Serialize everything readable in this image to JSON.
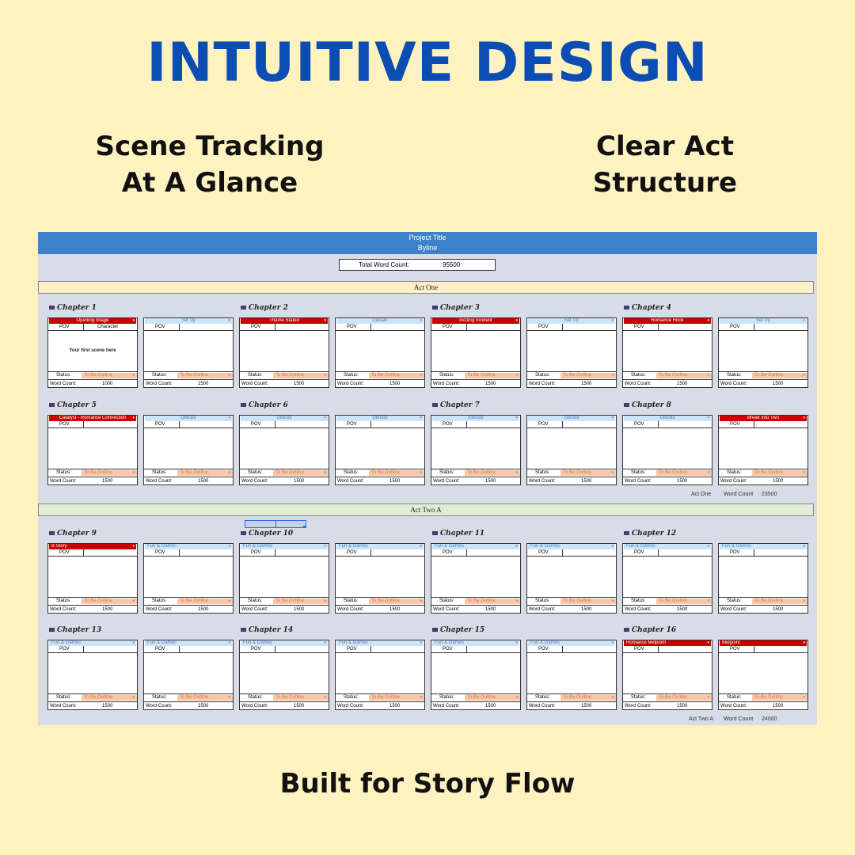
{
  "headline": "INTUITIVE DESIGN",
  "features": {
    "left_line1": "Scene Tracking",
    "left_line2": "At A Glance",
    "right_line1": "Clear Act",
    "right_line2": "Structure"
  },
  "footer": "Built for Story Flow",
  "sheet": {
    "project_title": "Project Title",
    "byline": "Byline",
    "total_word_count_label": "Total Word Count:",
    "total_word_count_value": "95500",
    "labels": {
      "pov": "POV",
      "status": "Status:",
      "word_count": "Word Count:"
    },
    "acts": [
      {
        "title": "Act One",
        "total_label": "Act One",
        "wc_label": "Word Count",
        "wc_value": "23500"
      },
      {
        "title": "Act Two A",
        "total_label": "Act Two A",
        "wc_label": "Word Count",
        "wc_value": "24000"
      }
    ],
    "chapters": [
      "Chapter 1",
      "Chapter 2",
      "Chapter 3",
      "Chapter 4",
      "Chapter 5",
      "Chapter 6",
      "Chapter 7",
      "Chapter 8",
      "Chapter 9",
      "Chapter 10",
      "Chapter 11",
      "Chapter 12",
      "Chapter 13",
      "Chapter 14",
      "Chapter 15",
      "Chapter 16"
    ],
    "scenes": [
      {
        "beat": "Opening Image",
        "color": "red",
        "character": "Character",
        "body": "Your first scene here",
        "status": "To Be Outline",
        "wc": "1000"
      },
      {
        "beat": "Set Up",
        "color": "blue",
        "character": "",
        "body": "",
        "status": "To Be Outline",
        "wc": "1500"
      },
      {
        "beat": "Theme Stated",
        "color": "red",
        "character": "",
        "body": "",
        "status": "To Be Outline",
        "wc": "1500"
      },
      {
        "beat": "Debate",
        "color": "blue",
        "character": "",
        "body": "",
        "status": "To Be Outline",
        "wc": "1500"
      },
      {
        "beat": "Inciting Incident",
        "color": "red",
        "character": "",
        "body": "",
        "status": "To Be Outline",
        "wc": "1500"
      },
      {
        "beat": "Set Up",
        "color": "blue",
        "character": "",
        "body": "",
        "status": "To Be Outline",
        "wc": "1500"
      },
      {
        "beat": "Romance Hook",
        "color": "red",
        "character": "",
        "body": "",
        "status": "To Be Outline",
        "wc": "1500"
      },
      {
        "beat": "Set Up",
        "color": "blue",
        "character": "",
        "body": "",
        "status": "To Be Outline",
        "wc": "1500"
      },
      {
        "beat": "Catalyst - Romance Connection",
        "color": "red",
        "character": "",
        "body": "",
        "status": "To Be Outline",
        "wc": "1500"
      },
      {
        "beat": "Debate",
        "color": "blue",
        "character": "",
        "body": "",
        "status": "To Be Outline",
        "wc": "1500"
      },
      {
        "beat": "Debate",
        "color": "blue",
        "character": "",
        "body": "",
        "status": "To Be Outline",
        "wc": "1500"
      },
      {
        "beat": "Debate",
        "color": "blue",
        "character": "",
        "body": "",
        "status": "To Be Outline",
        "wc": "1500"
      },
      {
        "beat": "Debate",
        "color": "blue",
        "character": "",
        "body": "",
        "status": "To Be Outline",
        "wc": "1500"
      },
      {
        "beat": "Debate",
        "color": "blue",
        "character": "",
        "body": "",
        "status": "To Be Outline",
        "wc": "1500"
      },
      {
        "beat": "Debate",
        "color": "blue",
        "character": "",
        "body": "",
        "status": "To Be Outline",
        "wc": "1500"
      },
      {
        "beat": "Break Into Two",
        "color": "red",
        "character": "",
        "body": "",
        "status": "To Be Outline",
        "wc": "1500"
      },
      {
        "beat": "B Story",
        "color": "red",
        "character": "",
        "body": "",
        "status": "To Be Outline",
        "wc": "1500"
      },
      {
        "beat": "Fun & Games",
        "color": "blue",
        "character": "",
        "body": "",
        "status": "To Be Outline",
        "wc": "1500"
      },
      {
        "beat": "Fun & Games",
        "color": "blue",
        "character": "",
        "body": "",
        "status": "To Be Outline",
        "wc": "1500"
      },
      {
        "beat": "Fun & Games",
        "color": "blue",
        "character": "",
        "body": "",
        "status": "To Be Outline",
        "wc": "1500"
      },
      {
        "beat": "Fun & Games",
        "color": "blue",
        "character": "",
        "body": "",
        "status": "To Be Outline",
        "wc": "1500"
      },
      {
        "beat": "Fun & Games",
        "color": "blue",
        "character": "",
        "body": "",
        "status": "To Be Outline",
        "wc": "1500"
      },
      {
        "beat": "Fun & Games",
        "color": "blue",
        "character": "",
        "body": "",
        "status": "To Be Outline",
        "wc": "1500"
      },
      {
        "beat": "Fun & Games",
        "color": "blue",
        "character": "",
        "body": "",
        "status": "To Be Outline",
        "wc": "1500"
      },
      {
        "beat": "Fun & Games",
        "color": "blue",
        "character": "",
        "body": "",
        "status": "To Be Outline",
        "wc": "1500"
      },
      {
        "beat": "Fun & Games",
        "color": "blue",
        "character": "",
        "body": "",
        "status": "To Be Outline",
        "wc": "1500"
      },
      {
        "beat": "Fun & Games",
        "color": "blue",
        "character": "",
        "body": "",
        "status": "To Be Outline",
        "wc": "1500"
      },
      {
        "beat": "Fun & Games",
        "color": "blue",
        "character": "",
        "body": "",
        "status": "To Be Outline",
        "wc": "1500"
      },
      {
        "beat": "Fun & Games",
        "color": "blue",
        "character": "",
        "body": "",
        "status": "To Be Outline",
        "wc": "1500"
      },
      {
        "beat": "Fun & Games",
        "color": "blue",
        "character": "",
        "body": "",
        "status": "To Be Outline",
        "wc": "1500"
      },
      {
        "beat": "Romance Midpoint",
        "color": "red",
        "character": "",
        "body": "",
        "status": "To Be Outline",
        "wc": "1500"
      },
      {
        "beat": "Midpoint",
        "color": "red",
        "character": "",
        "body": "",
        "status": "To Be Outline",
        "wc": "1500"
      }
    ]
  },
  "colors": {
    "headline": "#0b4db3",
    "background": "#fef2c0",
    "header_blue": "#3d82c9",
    "beat_red": "#cc0000",
    "beat_blue": "#cde4f7",
    "status_fill": "#f8c7a9"
  }
}
